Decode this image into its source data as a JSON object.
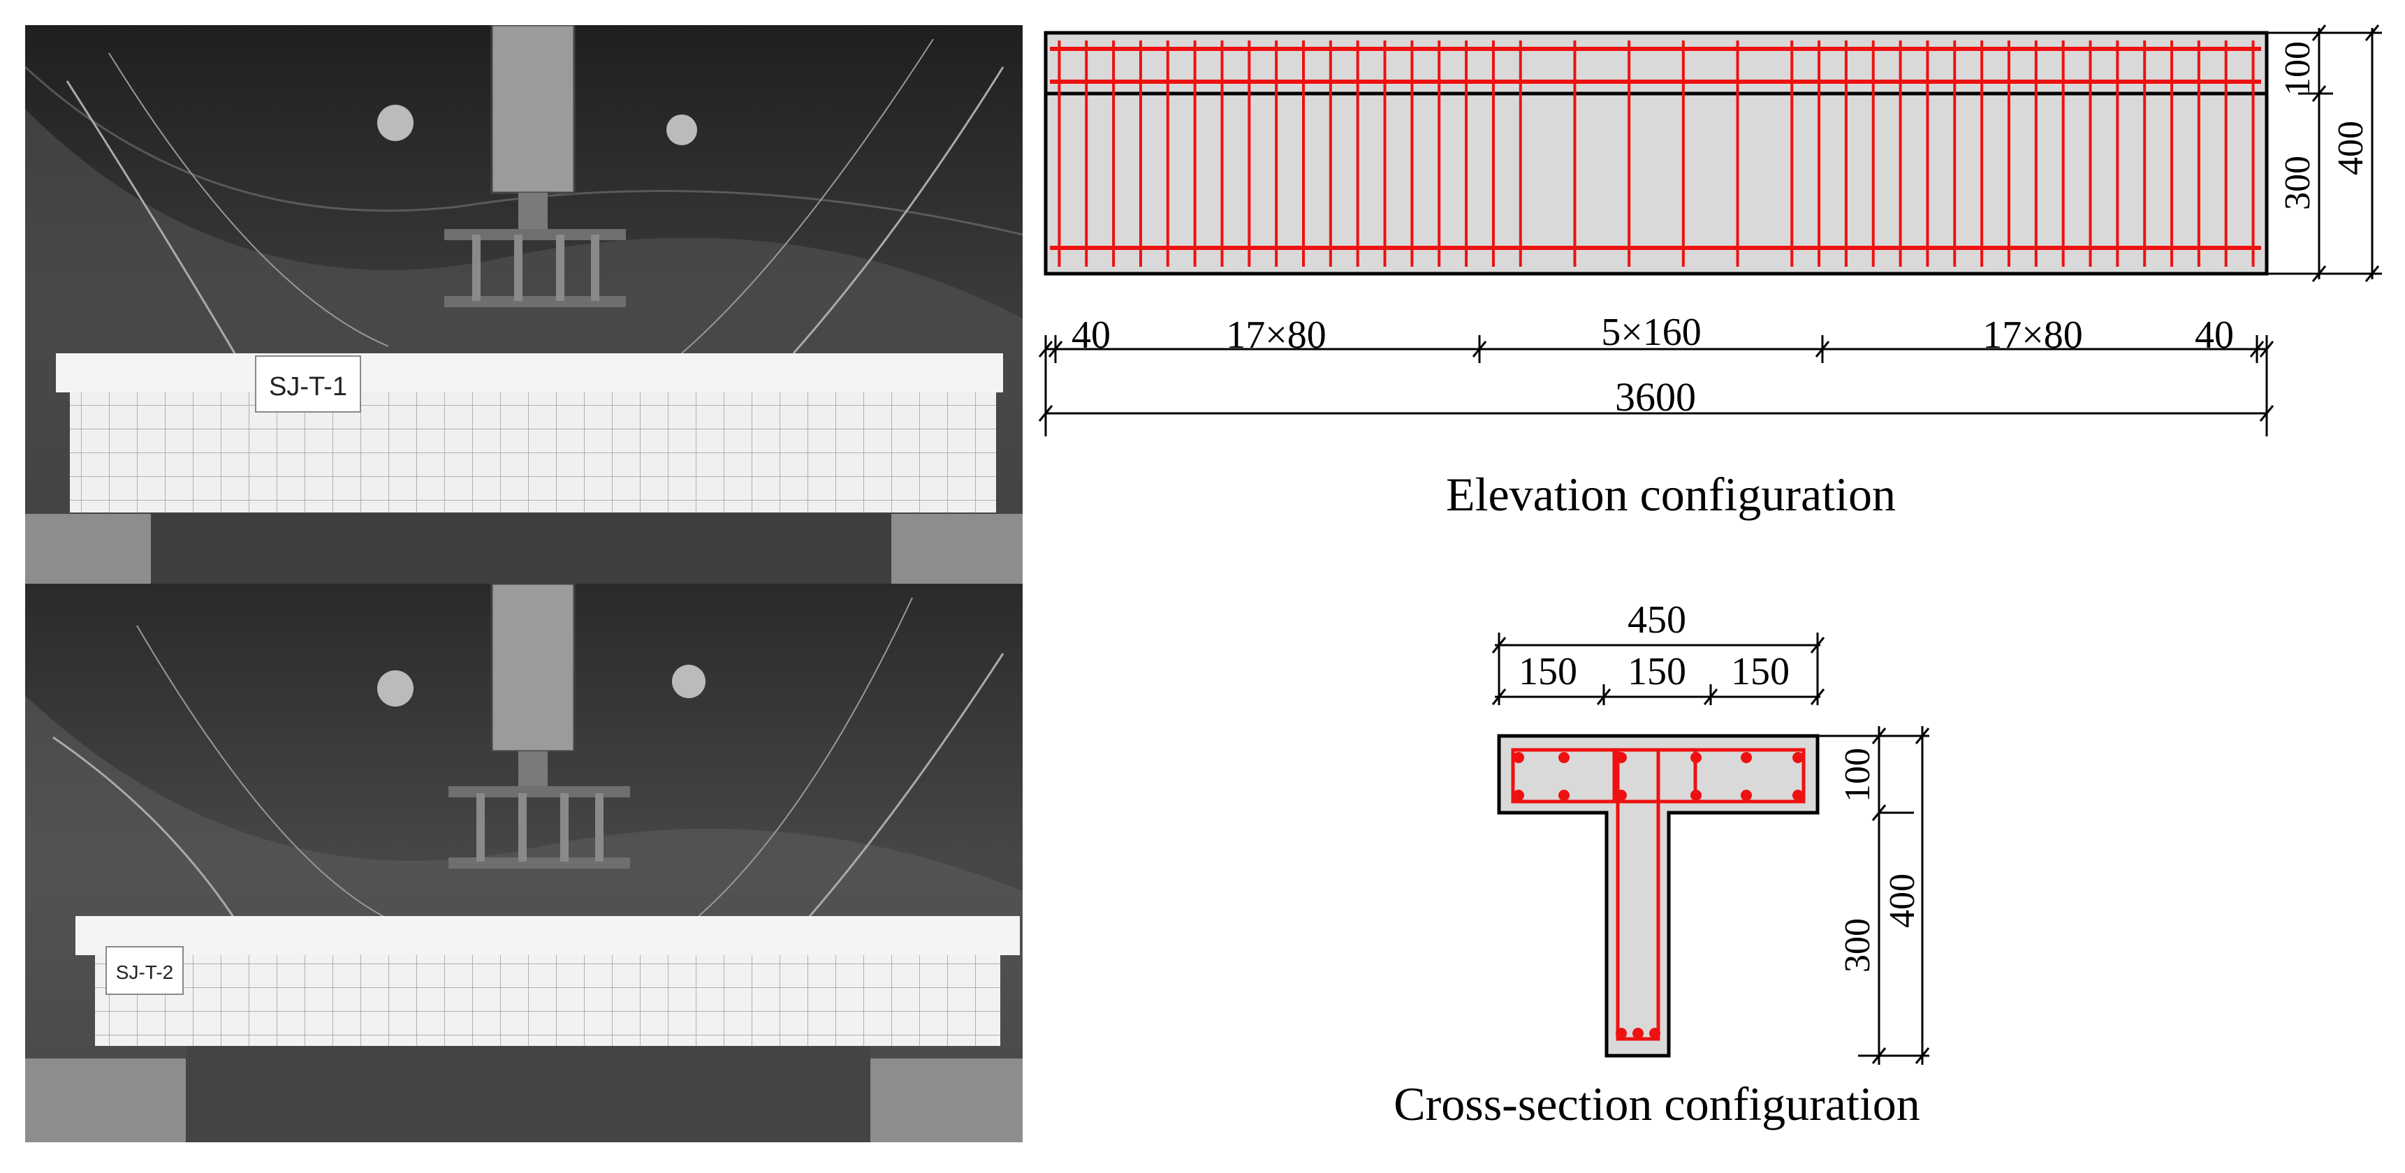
{
  "photos": [
    {
      "specimen_label": "SJ-T-1"
    },
    {
      "specimen_label": "SJ-T-2"
    }
  ],
  "elevation": {
    "caption": "Elevation configuration",
    "dims_bottom": {
      "end_left": "40",
      "dense_left": "17×80",
      "middle": "5×160",
      "dense_right": "17×80",
      "end_right": "40",
      "total": "3600"
    },
    "dims_right": {
      "flange": "100",
      "web": "300",
      "total": "400"
    }
  },
  "section": {
    "caption": "Cross-section configuration",
    "dims_top": {
      "total": "450",
      "part_left": "150",
      "part_mid": "150",
      "part_right": "150"
    },
    "dims_right": {
      "flange": "100",
      "web": "300",
      "total": "400"
    }
  },
  "colors": {
    "rebar": "#ee1111",
    "concrete": "#d9d9d9",
    "outline": "#000000"
  }
}
